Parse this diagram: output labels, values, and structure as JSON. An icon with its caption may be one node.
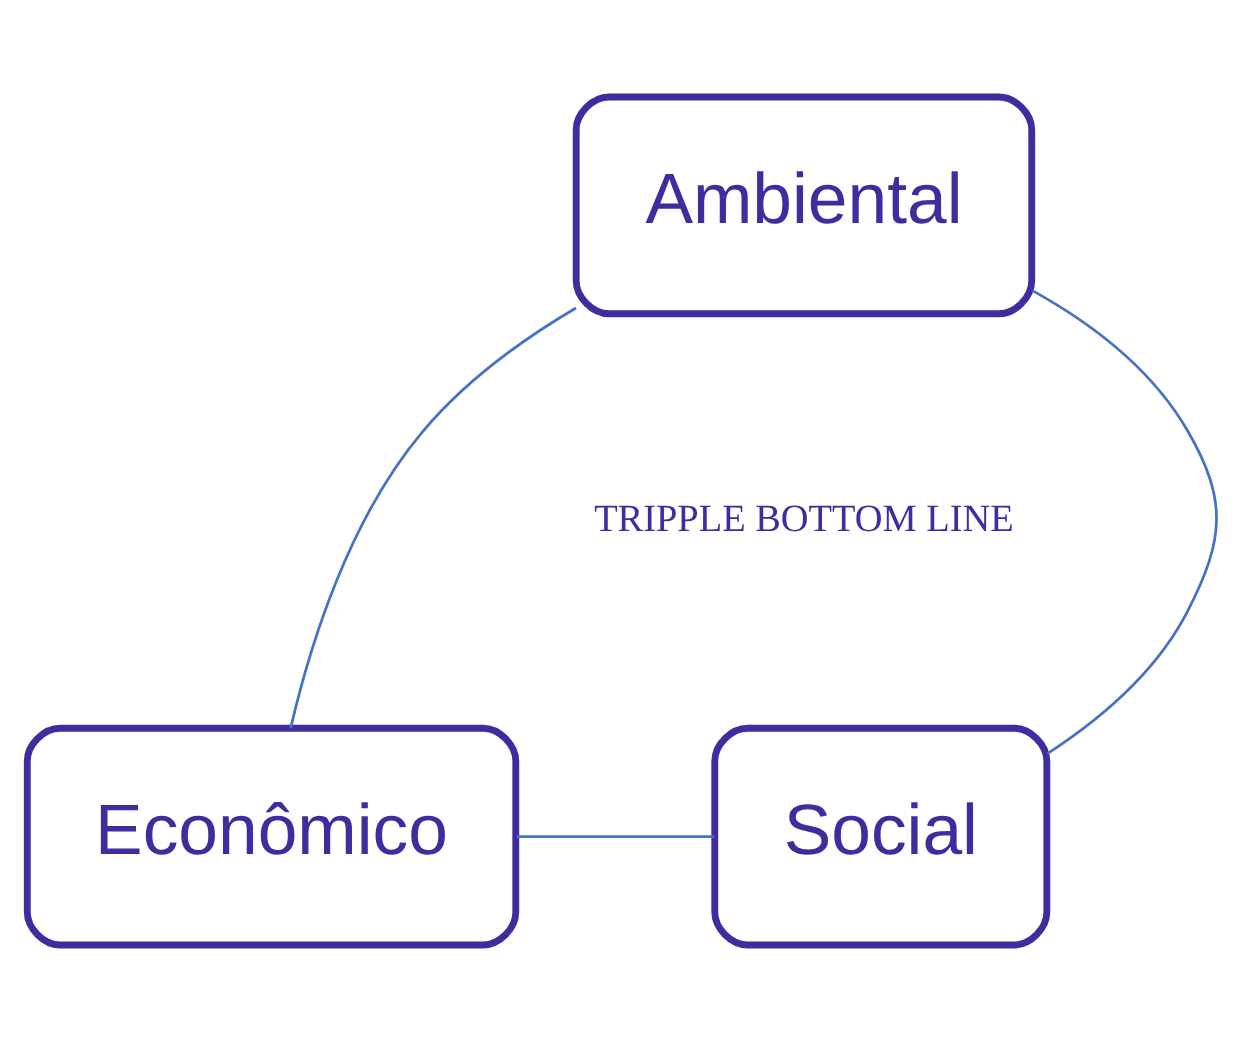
{
  "diagram": {
    "nodes": [
      {
        "text": [
          "Ambiental"
        ]
      },
      {
        "text": [
          "Social"
        ]
      },
      {
        "text": [
          "Econômico"
        ]
      }
    ],
    "edges": [
      {
        "from": 0,
        "to": 2,
        "arrow": "none"
      },
      {
        "from": 2,
        "to": 1,
        "arrow": "none"
      },
      {
        "from": 1,
        "to": 0,
        "arrow": "none"
      }
    ],
    "labels": [
      "TRIPPLE BOTTOM LINE"
    ]
  }
}
